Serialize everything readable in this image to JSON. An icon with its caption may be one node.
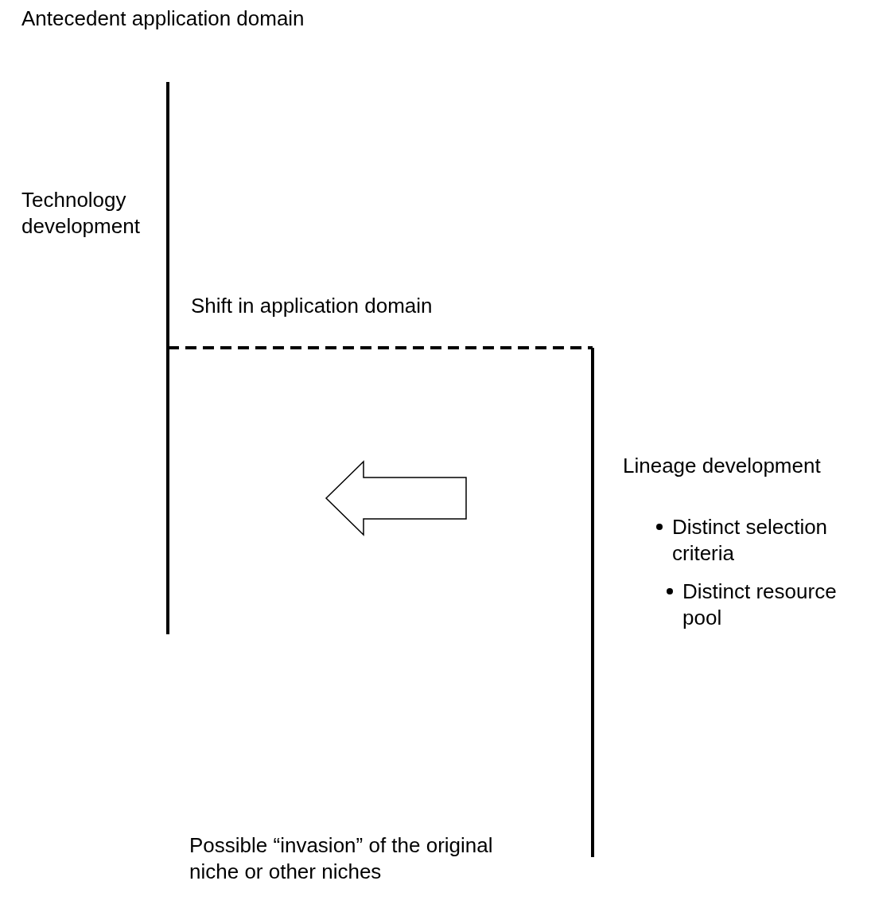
{
  "diagram": {
    "labels": [
      "Antecedent application domain",
      "Technology development",
      "Shift in application domain",
      "Lineage development",
      "Distinct selection criteria",
      "Distinct resource pool",
      "Possible “invasion” of the original niche or other niches"
    ]
  }
}
